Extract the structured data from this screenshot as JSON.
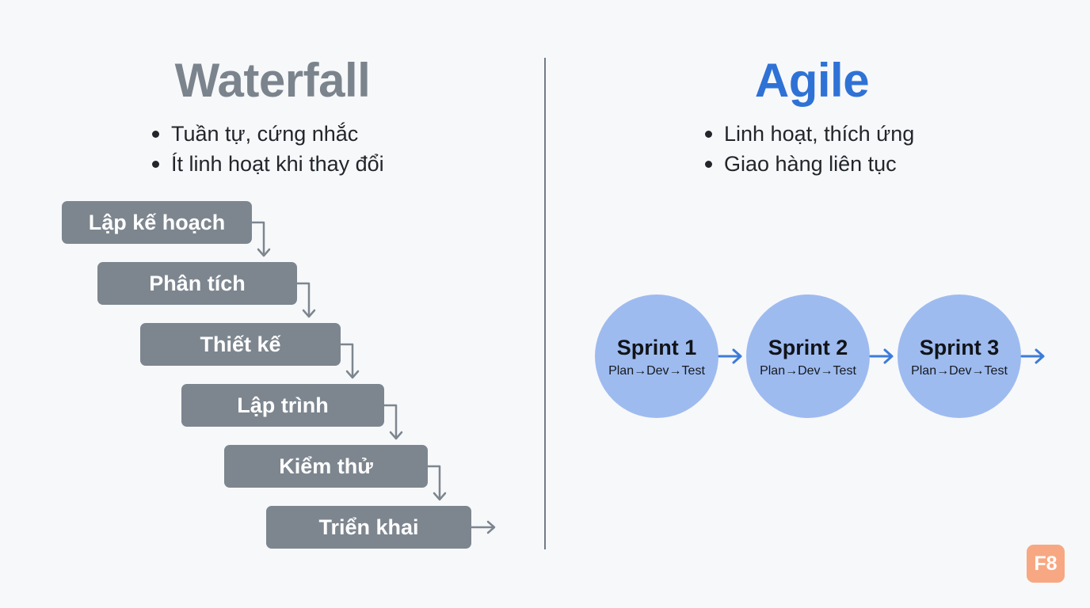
{
  "waterfall": {
    "title": "Waterfall",
    "bullets": [
      "Tuần tự, cứng nhắc",
      "Ít linh hoạt khi thay đổi"
    ],
    "steps": [
      "Lập kế hoạch",
      "Phân tích",
      "Thiết kế",
      "Lập trình",
      "Kiểm thử",
      "Triển khai"
    ]
  },
  "agile": {
    "title": "Agile",
    "bullets": [
      "Linh hoạt, thích ứng",
      "Giao hàng liên tục"
    ],
    "sprints": [
      {
        "name": "Sprint 1",
        "flow": "Plan→Dev→Test"
      },
      {
        "name": "Sprint 2",
        "flow": "Plan→Dev→Test"
      },
      {
        "name": "Sprint 3",
        "flow": "Plan→Dev→Test"
      }
    ]
  },
  "logo": "F8",
  "colors": {
    "waterfall_title": "#7b848d",
    "waterfall_step": "#7d868f",
    "agile_title": "#2f72d6",
    "sprint_circle": "#9ebbf0",
    "arrow_blue": "#3d7bd9",
    "logo_bg": "#f7a882"
  }
}
